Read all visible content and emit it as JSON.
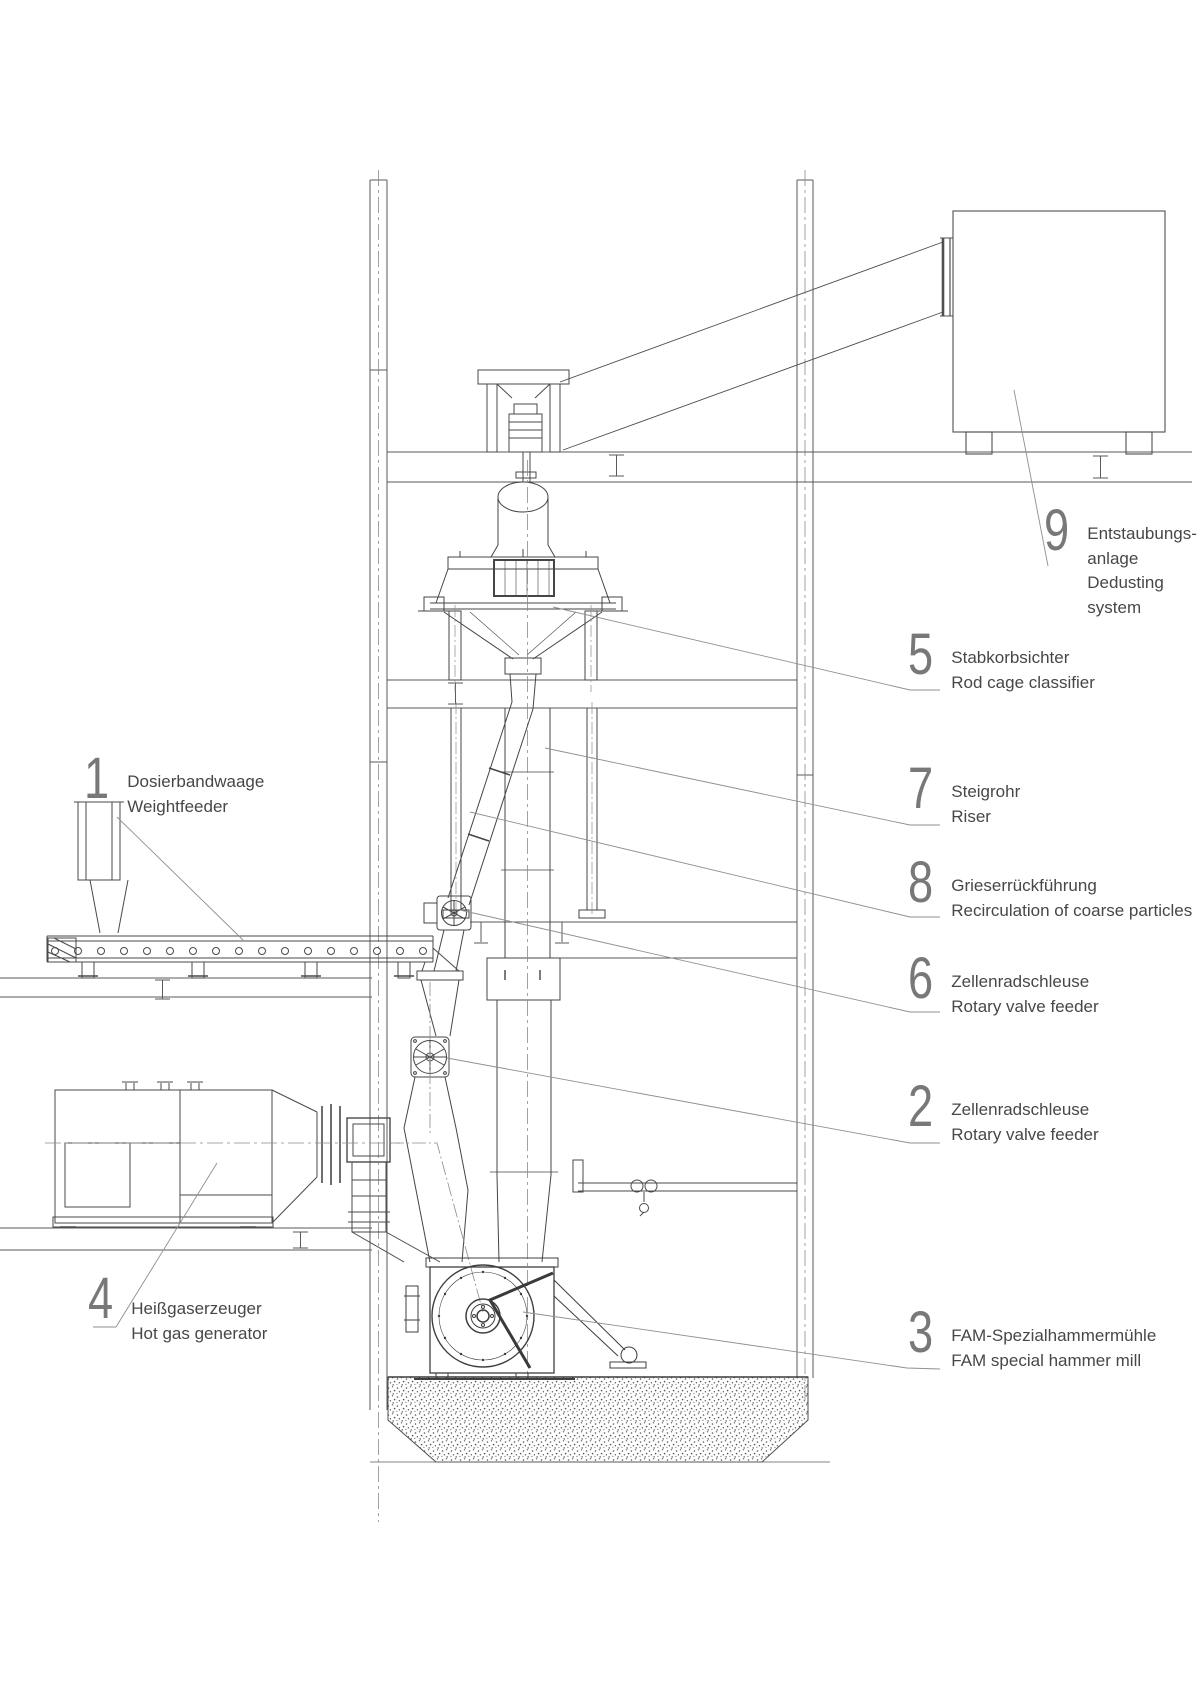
{
  "drawing": {
    "type": "technical-section-drawing",
    "subject": "Grinding plant with hammer mill, classifier and dedusting system",
    "colors": {
      "paper": "#ffffff",
      "line": "#4f4f4f",
      "heavy_line": "#333333",
      "leader": "#8f8f8f",
      "centerline": "#8a8a8a",
      "number": "#787878",
      "text": "#474747"
    },
    "callouts": {
      "c1": {
        "num": "1",
        "lines": [
          "Dosierbandwaage",
          "Weightfeeder"
        ]
      },
      "c2": {
        "num": "2",
        "lines": [
          "Zellenradschleuse",
          "Rotary valve feeder"
        ]
      },
      "c3": {
        "num": "3",
        "lines": [
          "FAM-Spezialhammermühle",
          "FAM special hammer mill"
        ]
      },
      "c4": {
        "num": "4",
        "lines": [
          "Heißgaserzeuger",
          "Hot gas generator"
        ]
      },
      "c5": {
        "num": "5",
        "lines": [
          "Stabkorbsichter",
          "Rod cage classifier"
        ]
      },
      "c6": {
        "num": "6",
        "lines": [
          "Zellenradschleuse",
          "Rotary valve feeder"
        ]
      },
      "c7": {
        "num": "7",
        "lines": [
          "Steigrohr",
          "Riser"
        ]
      },
      "c8": {
        "num": "8",
        "lines": [
          "Grieserrückführung",
          "Recirculation of coarse particles"
        ]
      },
      "c9": {
        "num": "9",
        "lines": [
          "Entstaubungs-",
          "anlage",
          "Dedusting",
          "system"
        ]
      }
    }
  }
}
